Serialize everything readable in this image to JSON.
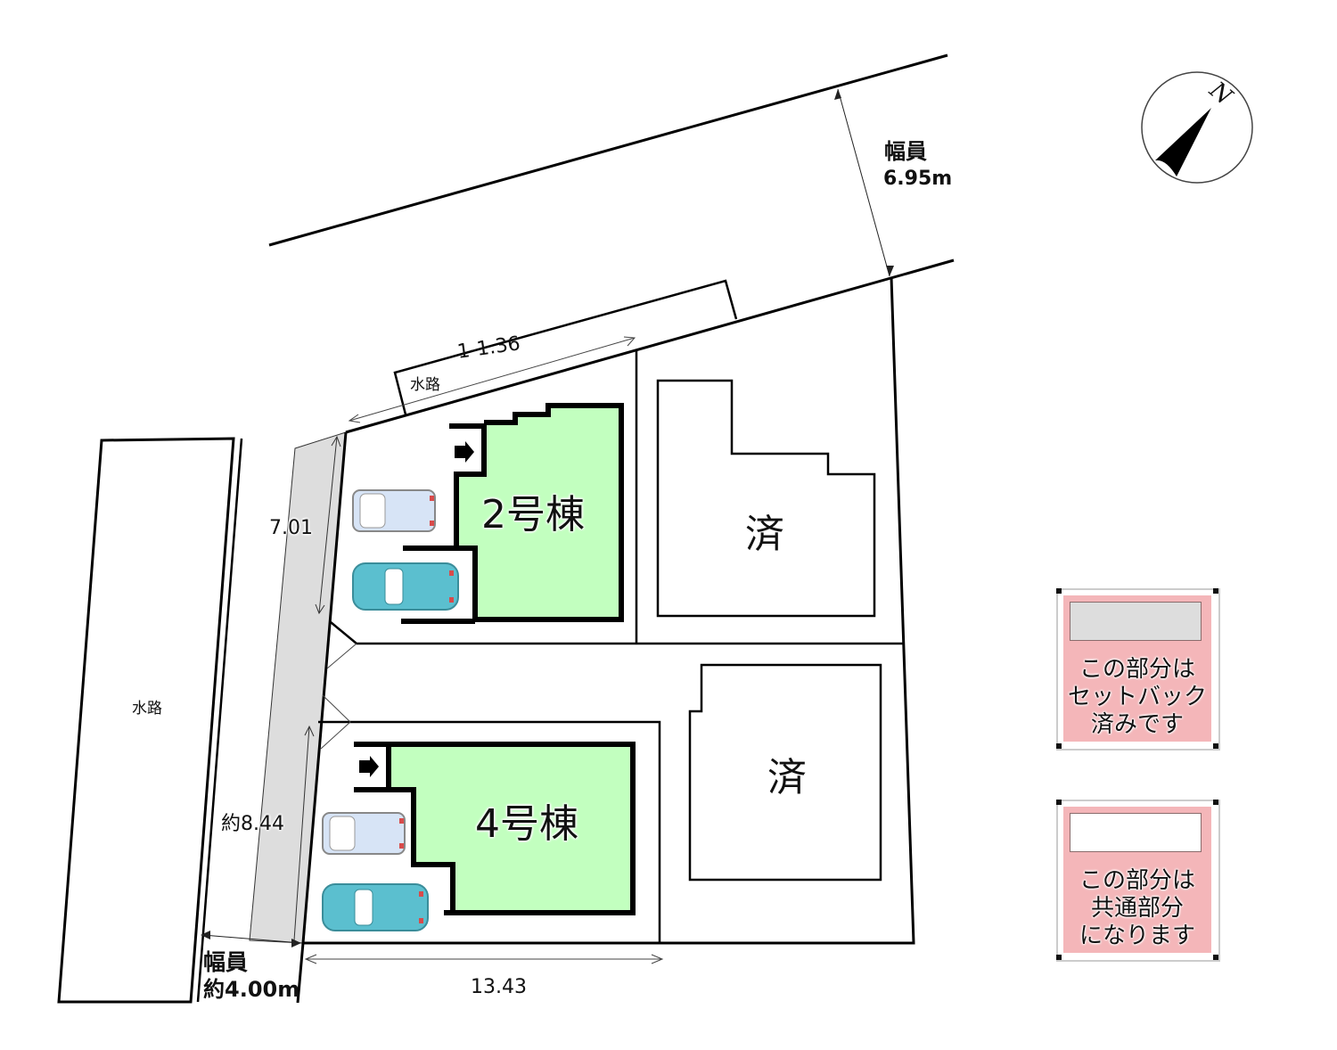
{
  "compass": {
    "north_label": "N"
  },
  "roads": {
    "north_road": {
      "width_title": "幅員",
      "width_value": "6.95m"
    },
    "west_road": {
      "width_title": "幅員",
      "width_value": "約4.00m"
    }
  },
  "waterways": {
    "north_label": "水路",
    "west_label": "水路"
  },
  "dimensions": {
    "north_frontage": "1-1.36",
    "west_upper": "7.01",
    "west_lower": "約8.44",
    "south_depth": "13.43"
  },
  "lots": [
    {
      "id": "lot-2",
      "label": "2号棟",
      "status": "available",
      "fill": "#c2ffbf"
    },
    {
      "id": "lot-4",
      "label": "4号棟",
      "status": "available",
      "fill": "#c2ffbf"
    },
    {
      "id": "lot-north-east",
      "label": "済",
      "status": "sold"
    },
    {
      "id": "lot-south-east",
      "label": "済",
      "status": "sold"
    }
  ],
  "legend": [
    {
      "swatch_color": "#dddddd",
      "lines": [
        "この部分は",
        "セットバック",
        "済みです"
      ]
    },
    {
      "swatch_color": "#ffffff",
      "lines": [
        "この部分は",
        "共通部分",
        "になります"
      ]
    }
  ],
  "colors": {
    "building_fill": "#c2ffbf",
    "setback_fill": "#dddddd",
    "legend_bg": "#f4b6b9",
    "car_light": "#d7e4f6",
    "car_teal": "#5bbfcf"
  }
}
